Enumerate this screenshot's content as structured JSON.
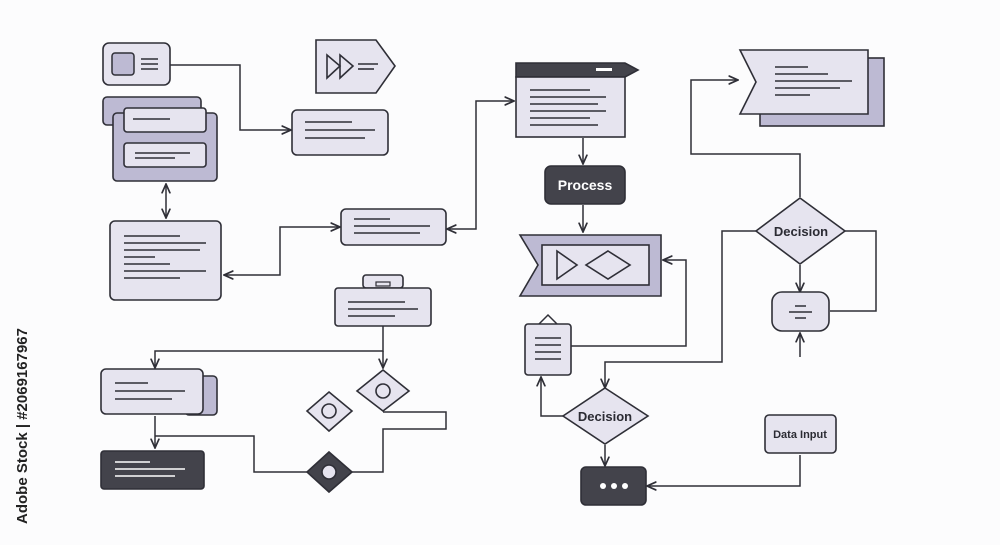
{
  "labels": {
    "process": "Process",
    "decision_right": "Decision",
    "decision_center": "Decision",
    "data_input": "Data Input",
    "watermark_id": "Adobe Stock | #206916796​7"
  },
  "colors": {
    "stroke": "#2f2f37",
    "fill_light": "#e6e4ef",
    "fill_mid": "#bdbad3",
    "fill_dark": "#43434b",
    "background": "#fcfcfd"
  },
  "icons": [
    "id-card-icon",
    "fast-forward-tag-icon",
    "play-diamond-icon",
    "clipboard-icon",
    "more-dots-icon"
  ]
}
